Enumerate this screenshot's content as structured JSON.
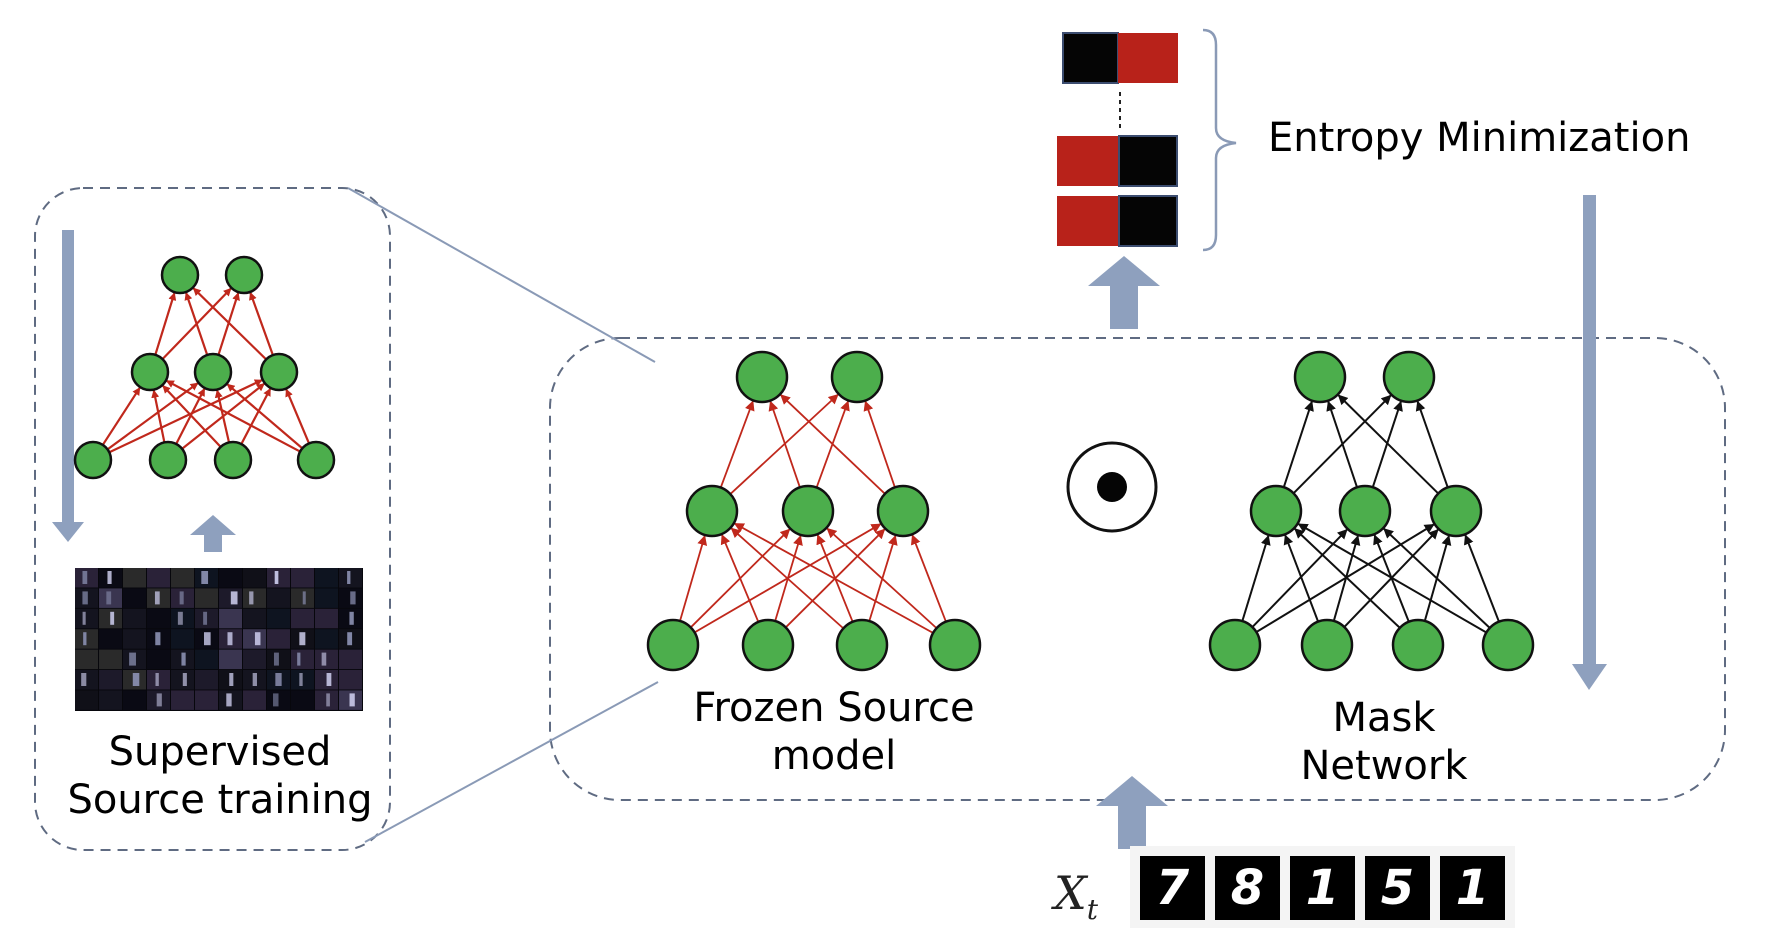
{
  "labels": {
    "entropy_minimization": "Entropy Minimization",
    "supervised_line1": "Supervised",
    "supervised_line2": "Source training",
    "frozen_line1": "Frozen Source",
    "frozen_line2": "model",
    "mask_line1": "Mask",
    "mask_line2": "Network",
    "target_input_symbol": "X",
    "target_input_subscript": "t"
  },
  "target_digits": [
    "7",
    "8",
    "1",
    "5",
    "1"
  ],
  "colors": {
    "node_fill": "#4cae4c",
    "source_edge": "#c0281c",
    "mask_edge": "#111111",
    "arrow_fill": "#8ea0be",
    "dashed_border": "#5f6b82",
    "output_red": "#b8221a",
    "output_black": "#050505"
  },
  "icons": {
    "elementwise_product": "circle-dot-icon"
  }
}
